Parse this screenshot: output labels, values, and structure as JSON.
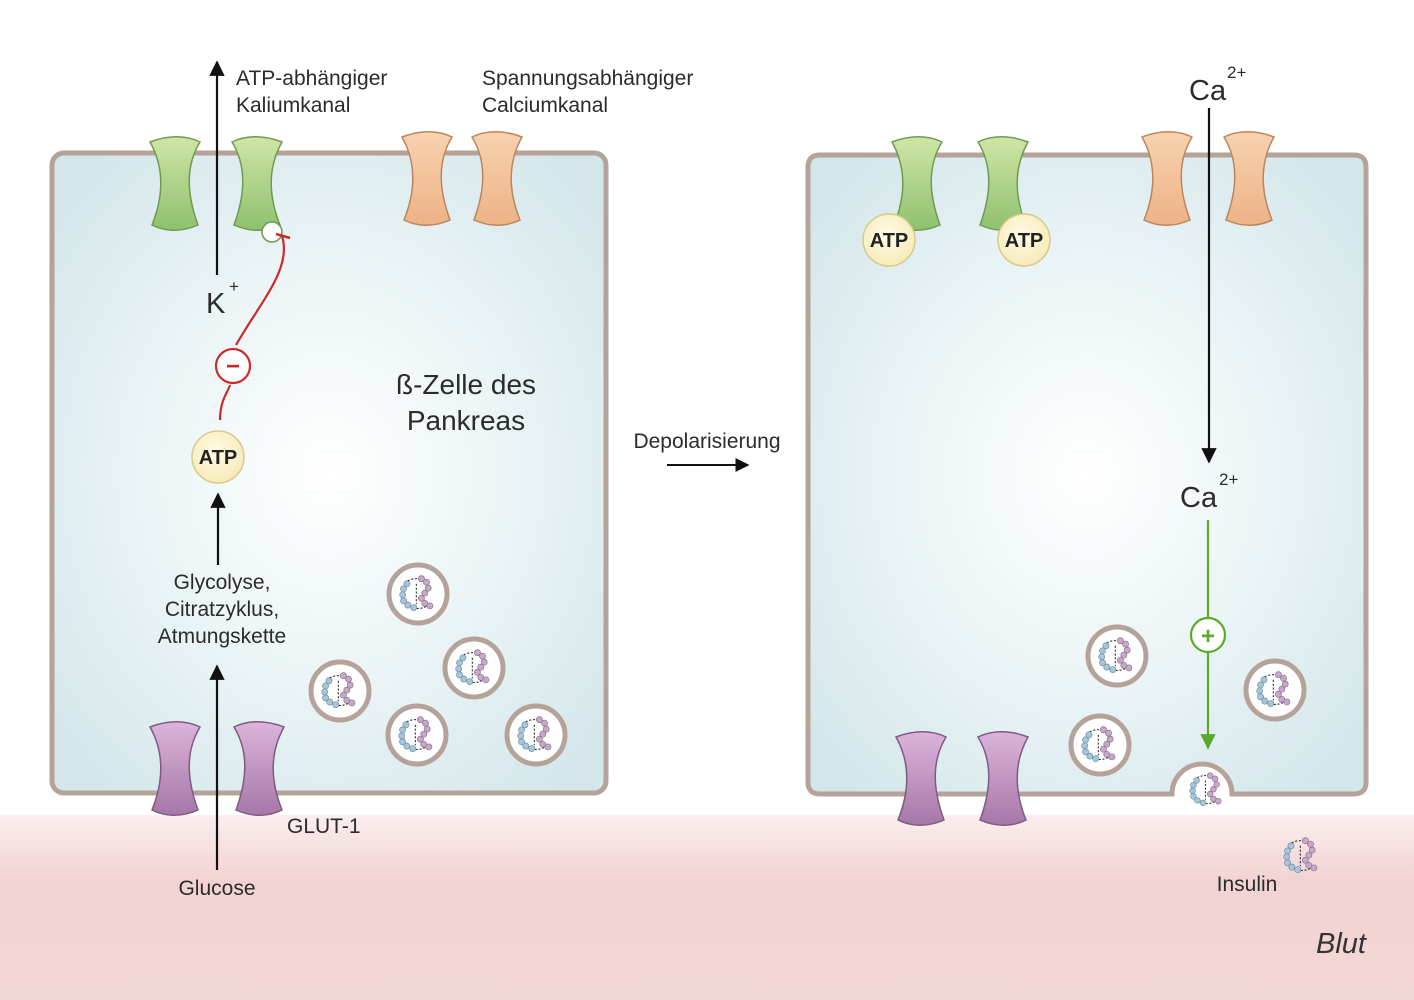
{
  "left_cell": {
    "katp_label_line1": "ATP-abhängiger",
    "katp_label_line2": "Kaliumkanal",
    "ca_channel_line1": "Spannungsabhängiger",
    "ca_channel_line2": "Calciumkanal",
    "k_ion": "K",
    "k_charge": "+",
    "minus_sign": "−",
    "atp_label": "ATP",
    "title_line1": "ß-Zelle des",
    "title_line2": "Pankreas",
    "metabolism_line1": "Glycolyse,",
    "metabolism_line2": "Citratzyklus,",
    "metabolism_line3": "Atmungskette",
    "glut_label": "GLUT-1",
    "glucose_label": "Glucose"
  },
  "transition": {
    "label": "Depolarisierung"
  },
  "right_cell": {
    "atp_left": "ATP",
    "atp_right": "ATP",
    "ca_top": "Ca",
    "ca_top_charge": "2+",
    "ca_mid": "Ca",
    "ca_mid_charge": "2+",
    "plus_sign": "+",
    "insulin_label": "Insulin"
  },
  "blood_label": "Blut",
  "colors": {
    "cell_fill": "#dbeaed",
    "membrane": "#b5a39a",
    "k_channel": "#9cc777",
    "ca_channel": "#f0b98d",
    "glut": "#b98bb9",
    "atp_fill": "#fbf3c9",
    "inhibition": "#cc2a2a",
    "activation": "#5aaa2a",
    "blood": "#f0cdcd"
  }
}
